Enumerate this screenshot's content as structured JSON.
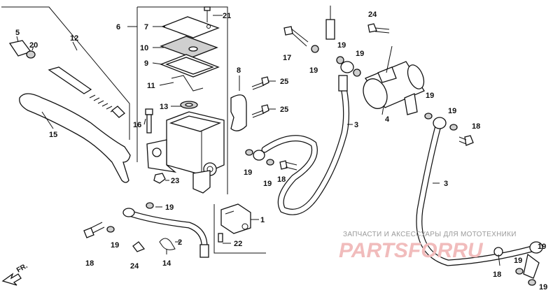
{
  "diagram": {
    "callouts": [
      "1",
      "2",
      "3",
      "3",
      "4",
      "5",
      "6",
      "7",
      "8",
      "9",
      "10",
      "11",
      "12",
      "13",
      "14",
      "15",
      "16",
      "17",
      "18",
      "18",
      "18",
      "18",
      "19",
      "19",
      "19",
      "19",
      "19",
      "19",
      "19",
      "19",
      "19",
      "19",
      "19",
      "19",
      "20",
      "21",
      "22",
      "23",
      "24",
      "24",
      "25",
      "25"
    ],
    "orientation_label": "FR.",
    "watermark_caption": "ЗАПЧАСТИ И АКСЕССУАРЫ ДЛЯ МОТОТЕХНИКИ",
    "watermark_logo": "PARTSFORRU"
  },
  "colors": {
    "line": "#111111",
    "watermark_logo": "#f1bcbc",
    "watermark_caption": "#9a9a9a"
  }
}
